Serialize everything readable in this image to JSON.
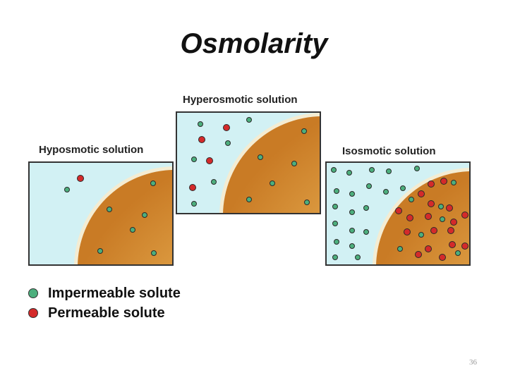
{
  "title": "Osmolarity",
  "panels": {
    "hyposmotic": {
      "label": "Hyposmotic solution"
    },
    "hyperosmotic": {
      "label": "Hyperosmotic solution"
    },
    "isosmotic": {
      "label": "Isosmotic solution"
    }
  },
  "legend": {
    "impermeable": {
      "label": "Impermeable solute",
      "color": "#4caf7d"
    },
    "permeable": {
      "label": "Permeable solute",
      "color": "#d42a2a"
    }
  },
  "colors": {
    "solution": "#d2f1f4",
    "cell_light": "#fbcf6f",
    "cell_dark": "#c97b25",
    "membrane": "#f4ecd2"
  },
  "page_number": "36"
}
